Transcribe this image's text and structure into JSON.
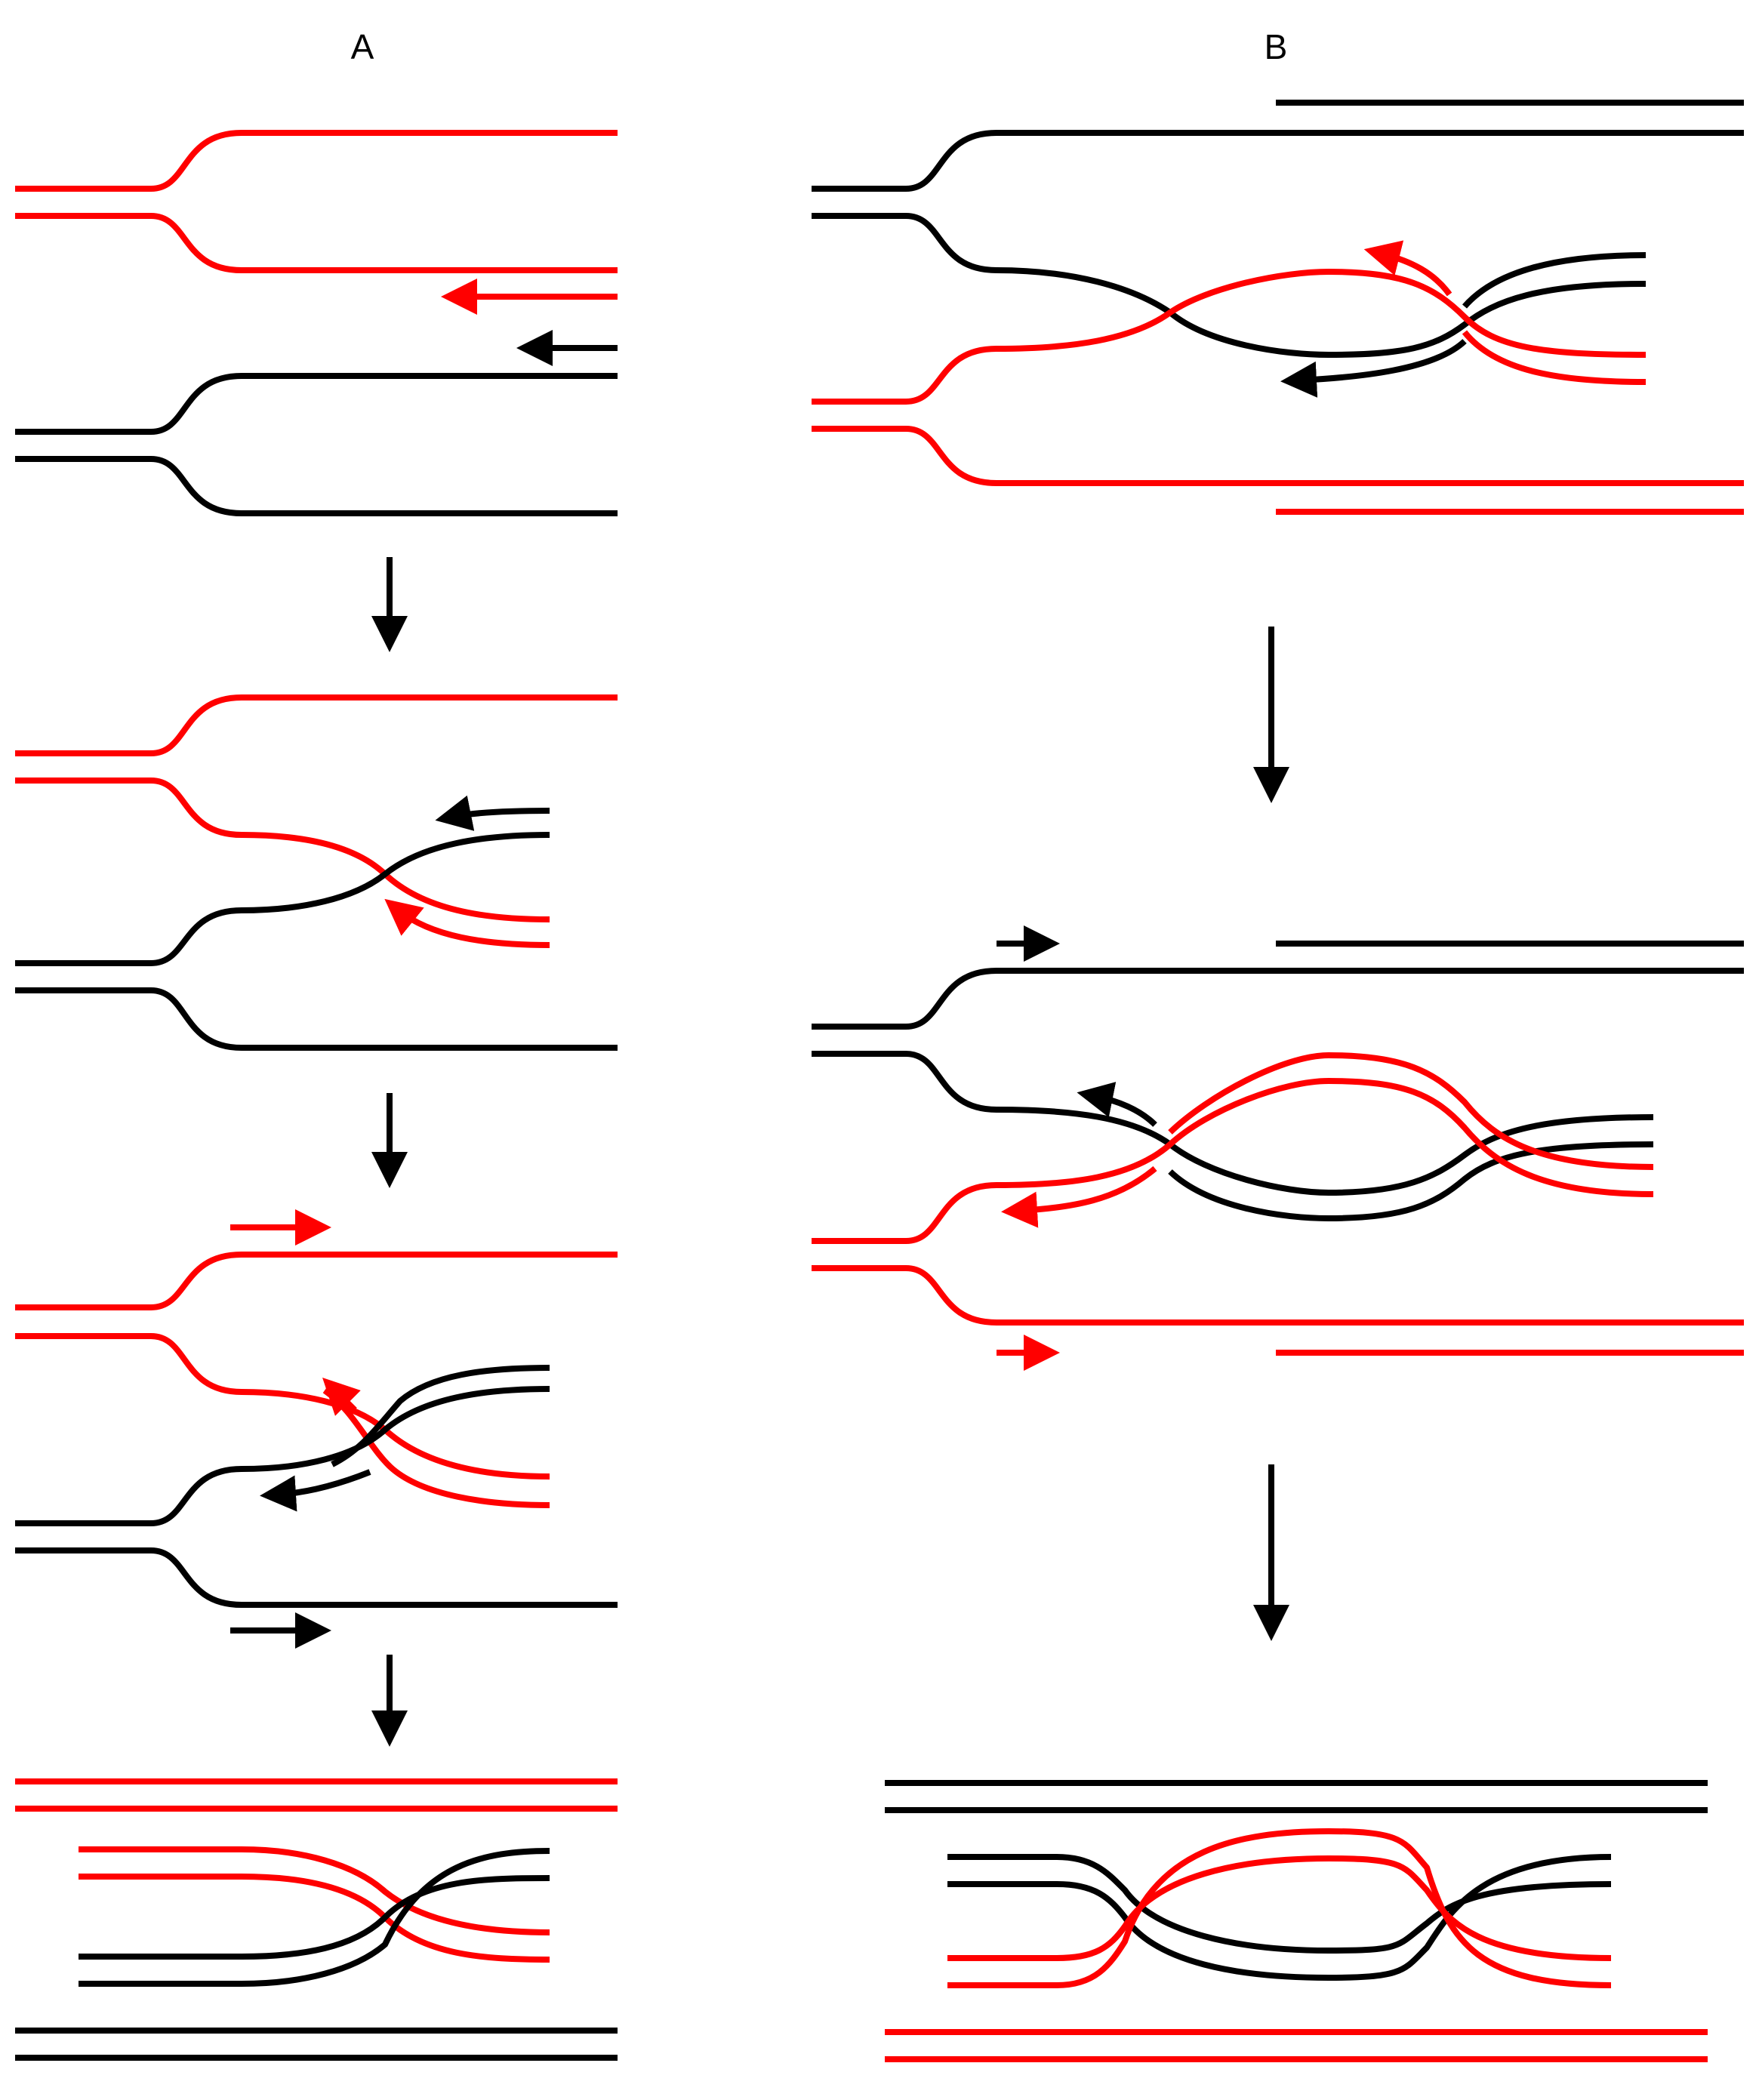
{
  "labels": {
    "panel_a": "A",
    "panel_b": "B"
  },
  "colors": {
    "strand_1": "#ff0000",
    "strand_2": "#000000",
    "background": "#ffffff"
  },
  "panels": [
    {
      "id": "A",
      "steps": 4,
      "description_key": "replication-fork-regression-to-holliday-junction"
    },
    {
      "id": "B",
      "steps": 3,
      "description_key": "double-holliday-junction-formation"
    }
  ]
}
